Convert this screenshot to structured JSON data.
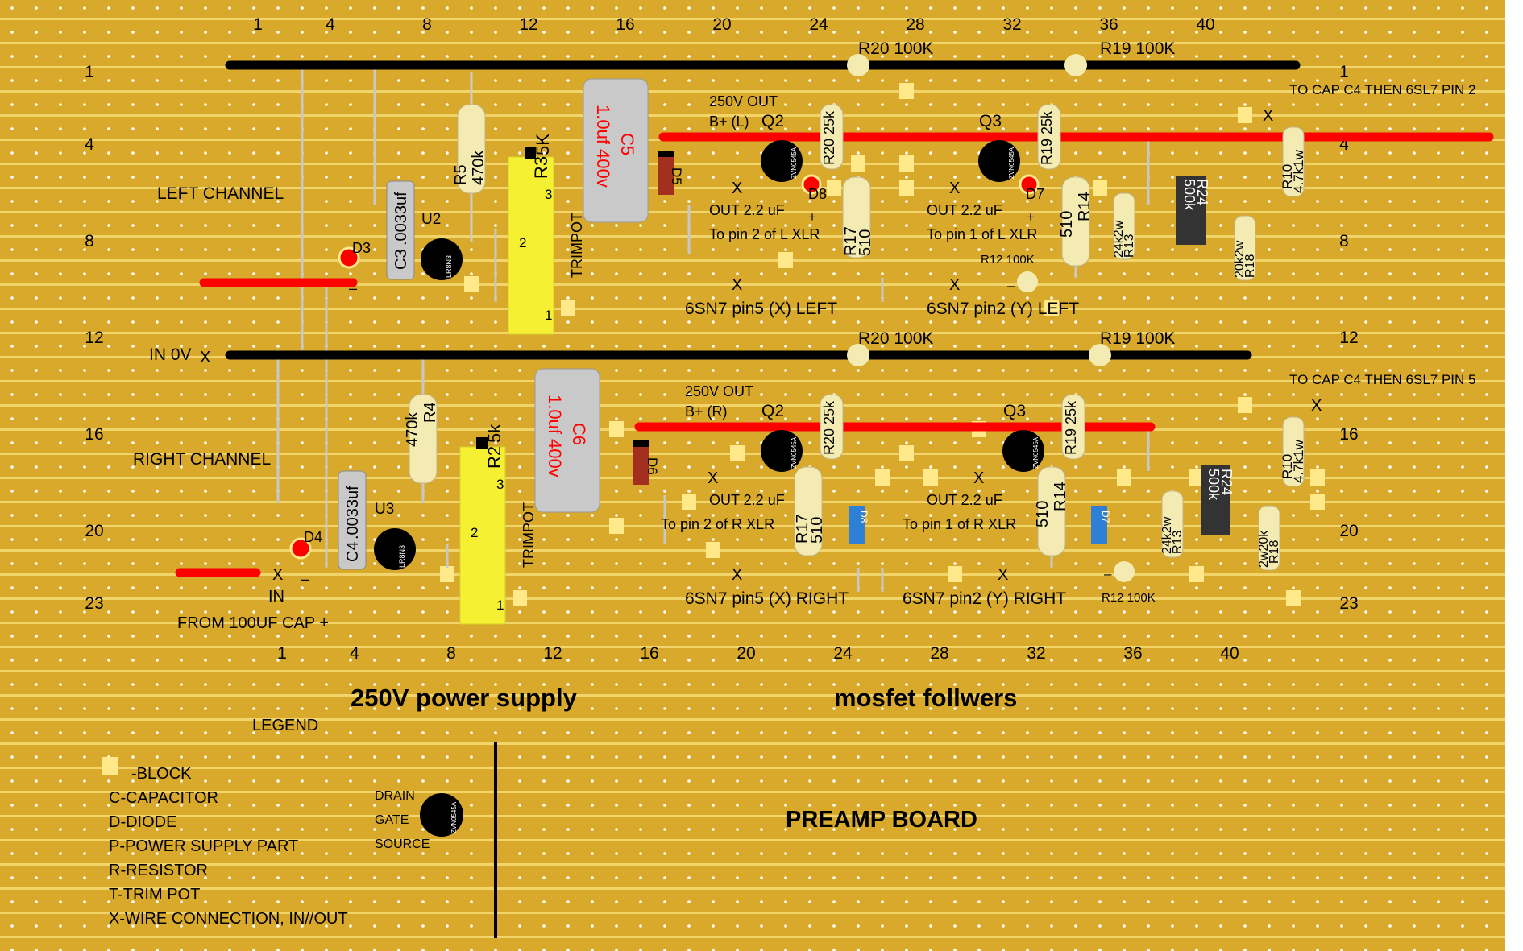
{
  "colors": {
    "board": "#D8A92A",
    "strip_gap": "#F2D56A",
    "hole": "#FFFFFF",
    "ground_rail": "#000000",
    "hv_rail": "#FF0000",
    "block": "#FFE98A",
    "capacitor_film": "#C9C9C9",
    "trimpot": "#F5F032",
    "resistor": "#F3EBB2",
    "text": "#000000",
    "cap_text": "#FF0000"
  },
  "axes": {
    "col_top": [
      "1",
      "4",
      "8",
      "12",
      "16",
      "20",
      "24",
      "28",
      "32",
      "36",
      "40"
    ],
    "col_bottom": [
      "1",
      "4",
      "8",
      "12",
      "16",
      "20",
      "24",
      "28",
      "32",
      "36",
      "40"
    ],
    "row_left": [
      "1",
      "4",
      "8",
      "12",
      "16",
      "20",
      "23"
    ],
    "row_right": [
      "1",
      "4",
      "8",
      "12",
      "16",
      "20",
      "23"
    ]
  },
  "labels": {
    "left_channel": "LEFT CHANNEL",
    "right_channel": "RIGHT CHANNEL",
    "in_0v": "IN 0V",
    "in": "IN",
    "from_100uf": "FROM 100UF CAP +",
    "power_supply_title": "250V power supply",
    "mosfet_title": "mosfet follwers",
    "preamp_board": "PREAMP BOARD",
    "to_cap_top": "TO CAP C4 THEN 6SL7 PIN 2",
    "to_cap_bottom": "TO CAP C4 THEN 6SL7 PIN 5",
    "x": "X",
    "minus": "–",
    "plus": "+"
  },
  "top": {
    "r20": "R20 100K",
    "r19": "R19 100K",
    "b250_out": "250V OUT",
    "b_plus": "B+ (L)",
    "q2": "Q2",
    "q3": "Q3",
    "out_l_q2": "OUT 2.2 uF",
    "to_pin2": "To pin 2 of L XLR",
    "out_l_q3": "OUT 2.2 uF",
    "to_pin1": "To pin 1 of L XLR",
    "pin5": "6SN7 pin5 (X) LEFT",
    "pin2": "6SN7 pin2 (Y) LEFT",
    "r12": "R12 100K",
    "c5": "C5",
    "c5_val": "1.0uf 400v",
    "d5": "D5",
    "r3": "R3",
    "r3_val": "5K",
    "trimpot": "TRIMPOT",
    "r5": "R5",
    "r5_val": "470k",
    "c3": "C3",
    "c3_val": ".0033uf",
    "u2": "U2",
    "d3": "D3",
    "d8": "D8",
    "d7": "D7",
    "r20_25k": "R20 25k",
    "r19_25k": "R19 25k",
    "r17": "R17",
    "r17_val": "510",
    "r14": "R14",
    "r14_val": "510",
    "r13": "R13",
    "r13_val": "24k2w",
    "r24": "R24",
    "r24_val": "500k",
    "r18": "R18",
    "r18_val": "20k2w",
    "r10": "R10",
    "r10_val": "4.7k1w",
    "pot_pin3": "3",
    "pot_pin2": "2",
    "pot_pin1": "1"
  },
  "bottom": {
    "r20": "R20 100K",
    "r19": "R19 100K",
    "b250_out": "250V OUT",
    "b_plus": "B+ (R)",
    "q2": "Q2",
    "q3": "Q3",
    "out_r_q2": "OUT 2.2 uF",
    "to_pin2": "To  pin 2 of R XLR",
    "out_r_q3": "OUT 2.2 uF",
    "to_pin1": "To pin 1 of R XLR",
    "pin5": "6SN7 pin5 (X) RIGHT",
    "pin2": "6SN7 pin2 (Y) RIGHT",
    "r12": "R12 100K",
    "c6": "C6",
    "c6_val": "1.0uf 400v",
    "d6": "D6",
    "r2": "R2",
    "r2_val": "5k",
    "trimpot": "TRIMPOT",
    "r4": "R4",
    "r4_val": "470k",
    "c4": "C4",
    "c4_val": ".0033uf",
    "u3": "U3",
    "d4": "D4",
    "d8": "D8",
    "d7": "D7",
    "r20_25k": "R20 25k",
    "r19_25k": "R19 25k",
    "r17": "R17",
    "r17_val": "510",
    "r14": "R14",
    "r14_val": "510",
    "r13": "R13",
    "r13_val": "24k2w",
    "r24": "R24",
    "r24_val": "500k",
    "r18": "R18",
    "r18_val": "2w20k",
    "r10": "R10",
    "r10_val": "4.7k1w",
    "pot_pin3": "3",
    "pot_pin2": "2",
    "pot_pin1": "1"
  },
  "mosfet_text": "ZVN0545A",
  "reg_text": "LR8N3",
  "legend": {
    "title": "LEGEND",
    "items": [
      "-BLOCK",
      "C-CAPACITOR",
      "D-DIODE",
      "P-POWER SUPPLY PART",
      "R-RESISTOR",
      "T-TRIM POT",
      "X-WIRE CONNECTION, IN//OUT"
    ],
    "drain": "DRAIN",
    "gate": "GATE",
    "source": "SOURCE"
  }
}
